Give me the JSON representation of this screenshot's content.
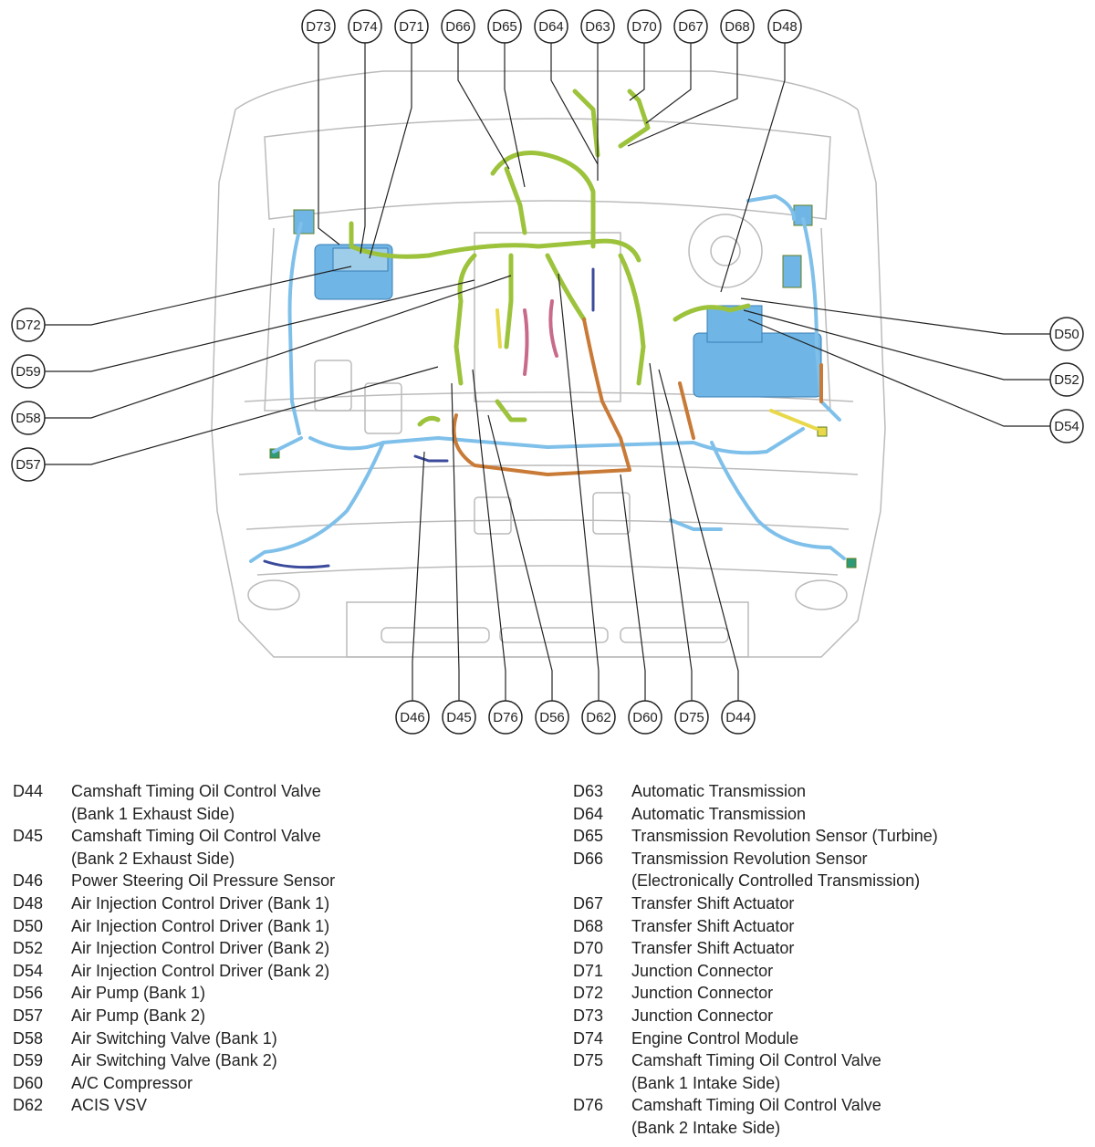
{
  "callouts": {
    "top": [
      "D73",
      "D74",
      "D71",
      "D66",
      "D65",
      "D64",
      "D63",
      "D70",
      "D67",
      "D68",
      "D48"
    ],
    "left": [
      "D72",
      "D59",
      "D58",
      "D57"
    ],
    "right": [
      "D50",
      "D52",
      "D54"
    ],
    "bottom": [
      "D46",
      "D45",
      "D76",
      "D56",
      "D62",
      "D60",
      "D75",
      "D44"
    ]
  },
  "legend_left": [
    {
      "code": "D44",
      "desc": "Camshaft Timing Oil Control Valve\n(Bank 1 Exhaust Side)"
    },
    {
      "code": "D45",
      "desc": "Camshaft Timing Oil Control Valve\n(Bank 2 Exhaust Side)"
    },
    {
      "code": "D46",
      "desc": "Power Steering Oil Pressure Sensor"
    },
    {
      "code": "D48",
      "desc": "Air Injection Control Driver (Bank 1)"
    },
    {
      "code": "D50",
      "desc": "Air Injection Control Driver (Bank 1)"
    },
    {
      "code": "D52",
      "desc": "Air Injection Control Driver (Bank 2)"
    },
    {
      "code": "D54",
      "desc": "Air Injection Control Driver (Bank 2)"
    },
    {
      "code": "D56",
      "desc": "Air Pump (Bank 1)"
    },
    {
      "code": "D57",
      "desc": "Air Pump (Bank 2)"
    },
    {
      "code": "D58",
      "desc": "Air Switching Valve (Bank 1)"
    },
    {
      "code": "D59",
      "desc": "Air Switching Valve (Bank 2)"
    },
    {
      "code": "D60",
      "desc": "A/C Compressor"
    },
    {
      "code": "D62",
      "desc": "ACIS VSV"
    }
  ],
  "legend_right": [
    {
      "code": "D63",
      "desc": "Automatic Transmission"
    },
    {
      "code": "D64",
      "desc": "Automatic Transmission"
    },
    {
      "code": "D65",
      "desc": "Transmission Revolution Sensor (Turbine)"
    },
    {
      "code": "D66",
      "desc": "Transmission Revolution Sensor\n(Electronically Controlled Transmission)"
    },
    {
      "code": "D67",
      "desc": "Transfer Shift Actuator"
    },
    {
      "code": "D68",
      "desc": "Transfer Shift Actuator"
    },
    {
      "code": "D70",
      "desc": "Transfer Shift Actuator"
    },
    {
      "code": "D71",
      "desc": "Junction Connector"
    },
    {
      "code": "D72",
      "desc": "Junction Connector"
    },
    {
      "code": "D73",
      "desc": "Junction Connector"
    },
    {
      "code": "D74",
      "desc": "Engine Control Module"
    },
    {
      "code": "D75",
      "desc": "Camshaft Timing Oil Control Valve\n(Bank 1 Intake Side)"
    },
    {
      "code": "D76",
      "desc": "Camshaft Timing Oil Control Valve\n(Bank 2 Intake Side)"
    }
  ],
  "colors": {
    "harness_green": "#9cc33b",
    "harness_blue": "#7fc0ea",
    "harness_orange": "#c87a36",
    "harness_navy": "#3b4a9a",
    "harness_pink": "#c86a8a",
    "harness_yellow": "#e8d84a",
    "ecm_block": "#6fb6e6",
    "outline": "#bbbbbb"
  }
}
